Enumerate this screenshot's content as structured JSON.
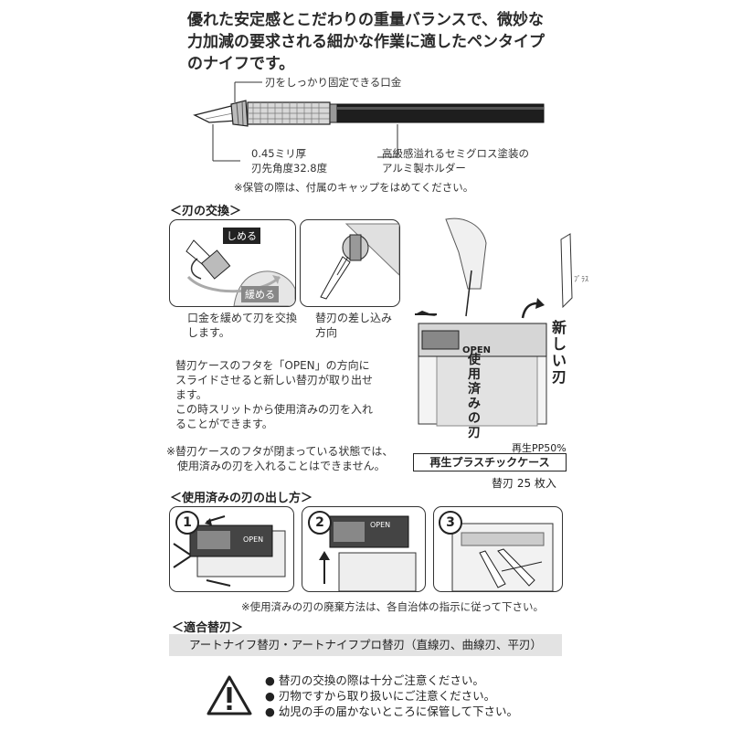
{
  "intro": {
    "line1": "優れた安定感とこだわりの重量バランスで、微妙な",
    "line2": "力加減の要求される細かな作業に適したペンタイプ",
    "line3": "のナイフです。"
  },
  "callouts": {
    "mouthpiece": "刃をしっかり固定できる口金",
    "thickness": "0.45ミリ厚",
    "angle": "刃先角度32.8度",
    "holder1": "高級感溢れるセミグロス塗装の",
    "holder2": "アルミ製ホルダー",
    "cap_note": "※保管の際は、付属のキャップをはめてください。"
  },
  "blade_change": {
    "title": "＜刃の交換＞",
    "tighten": "しめる",
    "loosen": "緩める",
    "caption1_l1": "口金を緩めて刃を交換",
    "caption1_l2": "します。",
    "caption2_l1": "替刃の差し込み",
    "caption2_l2": "方向",
    "desc_l1": "替刃ケースのフタを「OPEN」の方向に",
    "desc_l2": "スライドさせると新しい替刃が取り出せ",
    "desc_l3": "ます。",
    "desc_l4": "この時スリットから使用済みの刃を入れ",
    "desc_l5": "ることができます。",
    "note_l1": "※替刃ケースのフタが閉まっている状態では、",
    "note_l2": "使用済みの刃を入れることはできません。",
    "new_blade": "新しい刃",
    "used_blade": "使用済みの刃",
    "open": "OPEN",
    "blade_mark": "ﾌﾞﾗｽ",
    "recycled_pp": "再生PP50%",
    "case_label": "再生プラスチックケース",
    "count": "替刃 25 枚入"
  },
  "used_blade_removal": {
    "title": "＜使用済みの刃の出し方＞",
    "steps": [
      "1",
      "2",
      "3"
    ],
    "open": "OPEN",
    "disposal_note": "※使用済みの刃の廃棄方法は、各自治体の指示に従って下さい。"
  },
  "compatible": {
    "title": "＜適合替刃＞",
    "value": "アートナイフ替刃・アートナイフプロ替刃（直線刃、曲線刃、平刃）"
  },
  "warnings": [
    "● 替刃の交換の際は十分ご注意ください。",
    "● 刃物ですから取り扱いにご注意ください。",
    "● 幼児の手の届かないところに保管して下さい。"
  ],
  "icons": {
    "warning": "warning-triangle-icon",
    "arrow": "arrow-icon"
  },
  "colors": {
    "knife_body": "#1e1e1e",
    "panel_border": "#333333",
    "bar_bg": "#e3e3e3"
  }
}
